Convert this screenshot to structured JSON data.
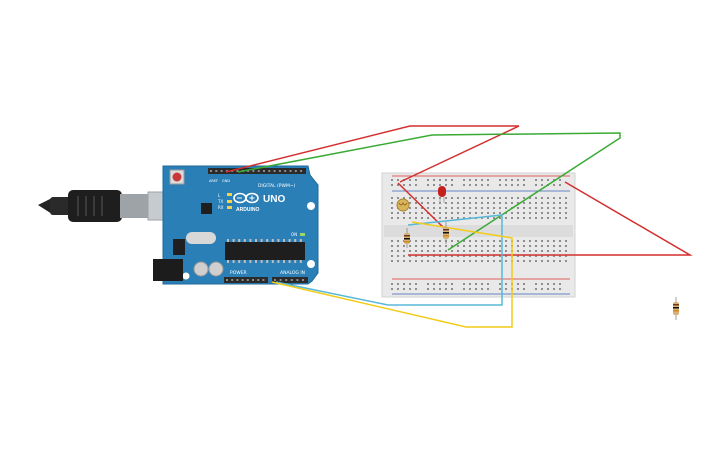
{
  "board": {
    "model": "UNO",
    "brand": "ARDUINO",
    "label_digital": "DIGITAL (PWM~)",
    "label_analog": "ANALOG IN",
    "label_power": "POWER",
    "label_tx": "TX",
    "label_rx": "RX",
    "label_l": "L",
    "label_aref": "AREF",
    "label_gnd": "GND",
    "label_on": "ON",
    "body_color": "#2a7fb7",
    "header_color": "#2b2b2b"
  },
  "breadboard": {
    "body_color": "#e9e9e9",
    "rail_red": "#d9302c",
    "rail_blue": "#3a63b8",
    "columns": 30
  },
  "components": {
    "led_color": "#c5201b",
    "resistor_body": "#d6b27a",
    "photoresistor_body": "#d8b45a"
  },
  "wires": {
    "red": "#d32f2f",
    "green": "#3aaa35",
    "cyan": "#57b8d9",
    "yellow": "#f2cc17"
  },
  "icons": {
    "usb": "usb-cable-icon",
    "power_jack": "power-jack-icon",
    "reset": "reset-button-icon",
    "logo": "infinity-logo-icon"
  }
}
